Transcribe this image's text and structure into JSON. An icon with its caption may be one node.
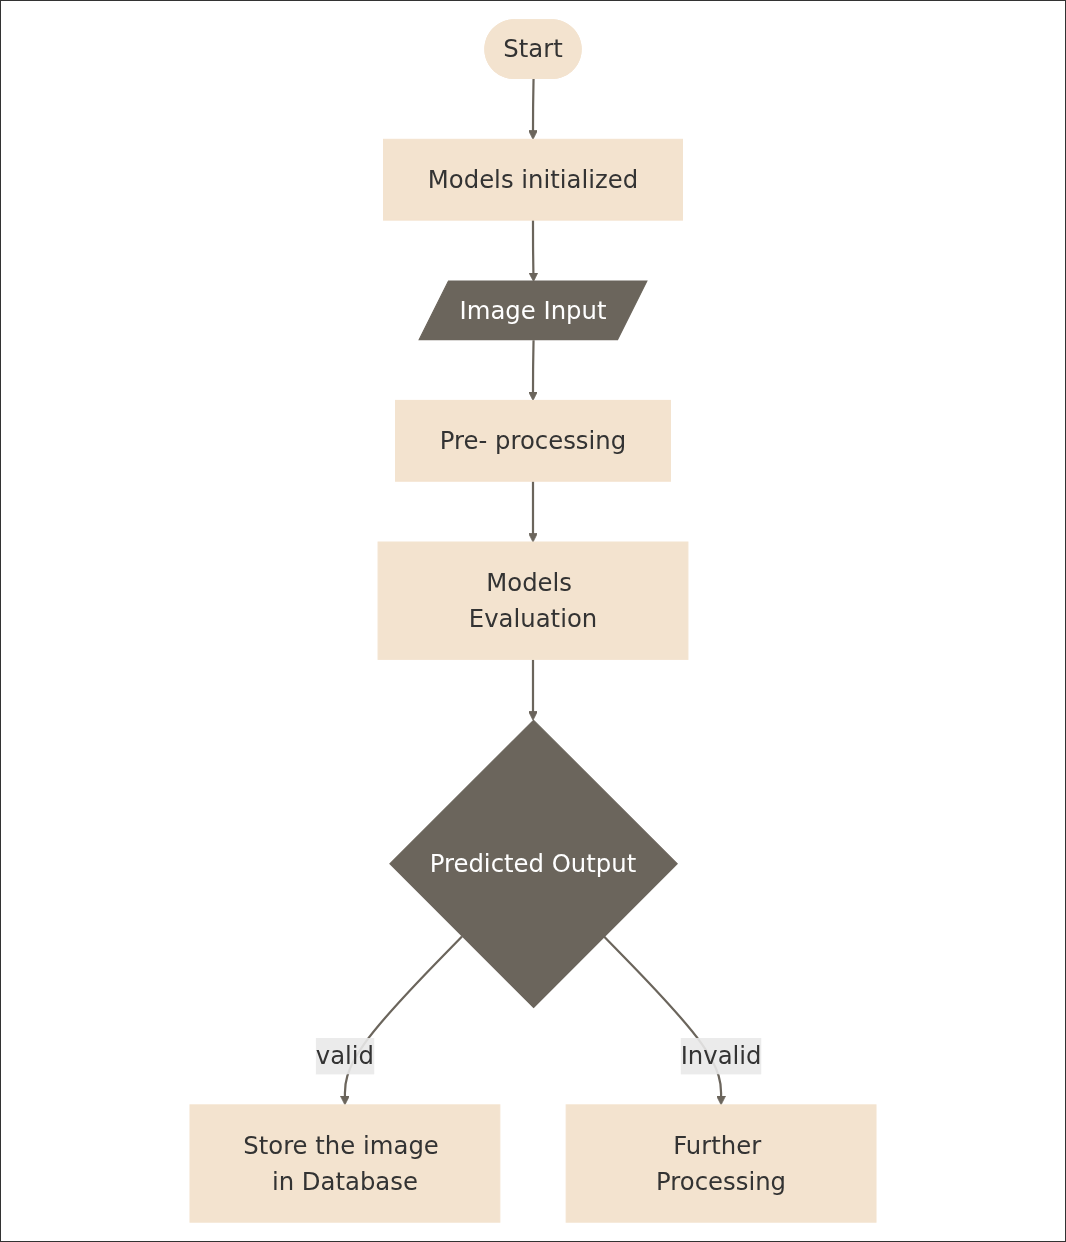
{
  "diagram": {
    "nodes": [
      {
        "text": [
          "Start"
        ]
      },
      {
        "text": [
          "Models initialized"
        ]
      },
      {
        "text": [
          "Image Input"
        ]
      },
      {
        "text": [
          "Pre- processing"
        ]
      },
      {
        "text": [
          "Models Evaluation"
        ]
      },
      {
        "text": [
          "Predicted Output"
        ]
      },
      {
        "text": [
          "Store the image in Database"
        ]
      },
      {
        "text": [
          "Further Processing"
        ]
      }
    ],
    "edges": [
      {
        "from": 0,
        "to": 1,
        "arrow": "to"
      },
      {
        "from": 1,
        "to": 2,
        "arrow": "to"
      },
      {
        "from": 2,
        "to": 3,
        "arrow": "to"
      },
      {
        "from": 3,
        "to": 4,
        "arrow": "to"
      },
      {
        "from": 4,
        "to": 5,
        "arrow": "to"
      },
      {
        "from": 5,
        "to": 6,
        "label": "valid",
        "arrow": "to"
      },
      {
        "from": 5,
        "to": 7,
        "label": "Invalid",
        "arrow": "to"
      }
    ]
  }
}
